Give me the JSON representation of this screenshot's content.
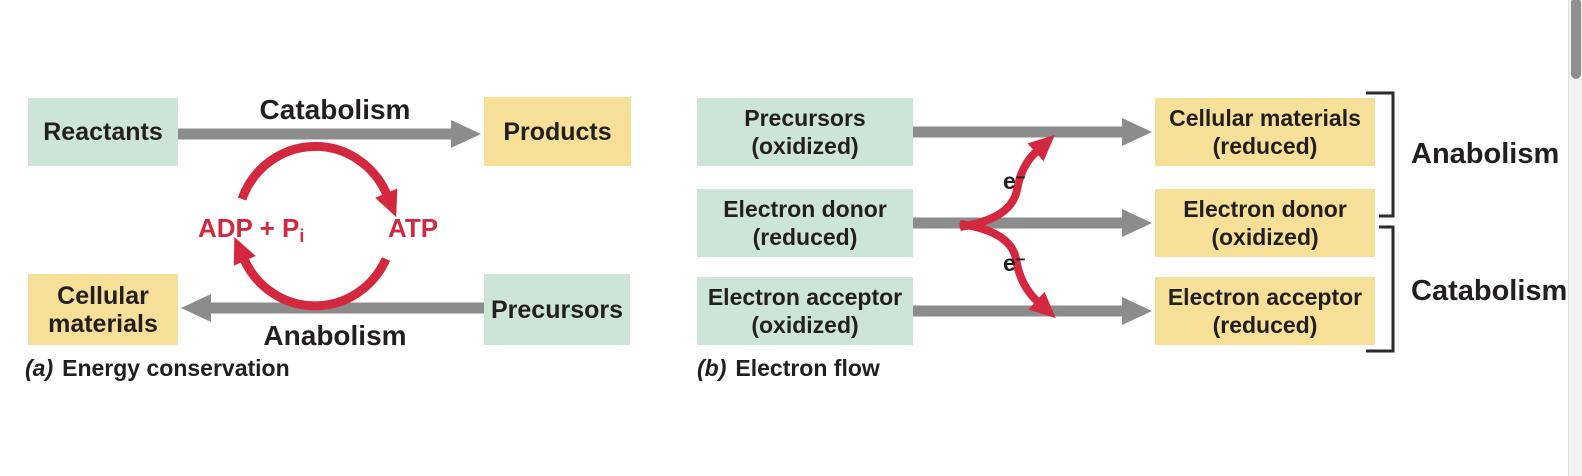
{
  "colors": {
    "box_green": "#cde4d9",
    "box_yellow": "#f6df96",
    "arrow_gray": "#8c8c8c",
    "accent_red": "#d4283f",
    "text_black": "#231f20",
    "scrollbar_track": "#f1f1f1",
    "scrollbar_thumb": "#8f8f8f"
  },
  "panel_a": {
    "caption_prefix": "(a)",
    "caption_text": "Energy conservation",
    "catabolism_label": "Catabolism",
    "anabolism_label": "Anabolism",
    "reactants_box": "Reactants",
    "products_box": "Products",
    "cellular_materials_box": "Cellular materials",
    "precursors_box": "Precursors",
    "cycle": {
      "adp_label": "ADP + P",
      "adp_sub": "i",
      "atp_label": "ATP"
    }
  },
  "panel_b": {
    "caption_prefix": "(b)",
    "caption_text": "Electron flow",
    "electron": {
      "base": "e",
      "sup": "−"
    },
    "rows": [
      {
        "left_line1": "Precursors",
        "left_line2": "(oxidized)",
        "right_line1": "Cellular materials",
        "right_line2": "(reduced)"
      },
      {
        "left_line1": "Electron donor",
        "left_line2": "(reduced)",
        "right_line1": "Electron donor",
        "right_line2": "(oxidized)"
      },
      {
        "left_line1": "Electron acceptor",
        "left_line2": "(oxidized)",
        "right_line1": "Electron acceptor",
        "right_line2": "(reduced)"
      }
    ],
    "anabolism_bracket_label": "Anabolism",
    "catabolism_bracket_label": "Catabolism"
  }
}
